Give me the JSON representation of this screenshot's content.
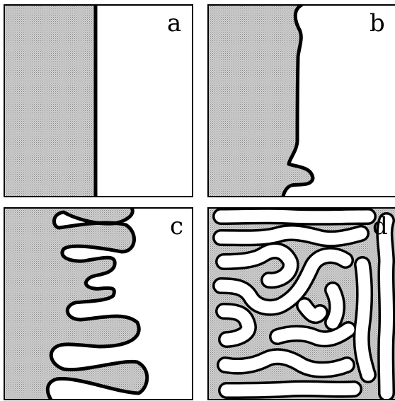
{
  "panels": [
    {
      "id": "a",
      "label": "a"
    },
    {
      "id": "b",
      "label": "b"
    },
    {
      "id": "c",
      "label": "c"
    },
    {
      "id": "d",
      "label": "d"
    }
  ],
  "colors": {
    "background": "#ffffff",
    "stroke": "#000000",
    "shaded_region": "#c9c9c9"
  }
}
